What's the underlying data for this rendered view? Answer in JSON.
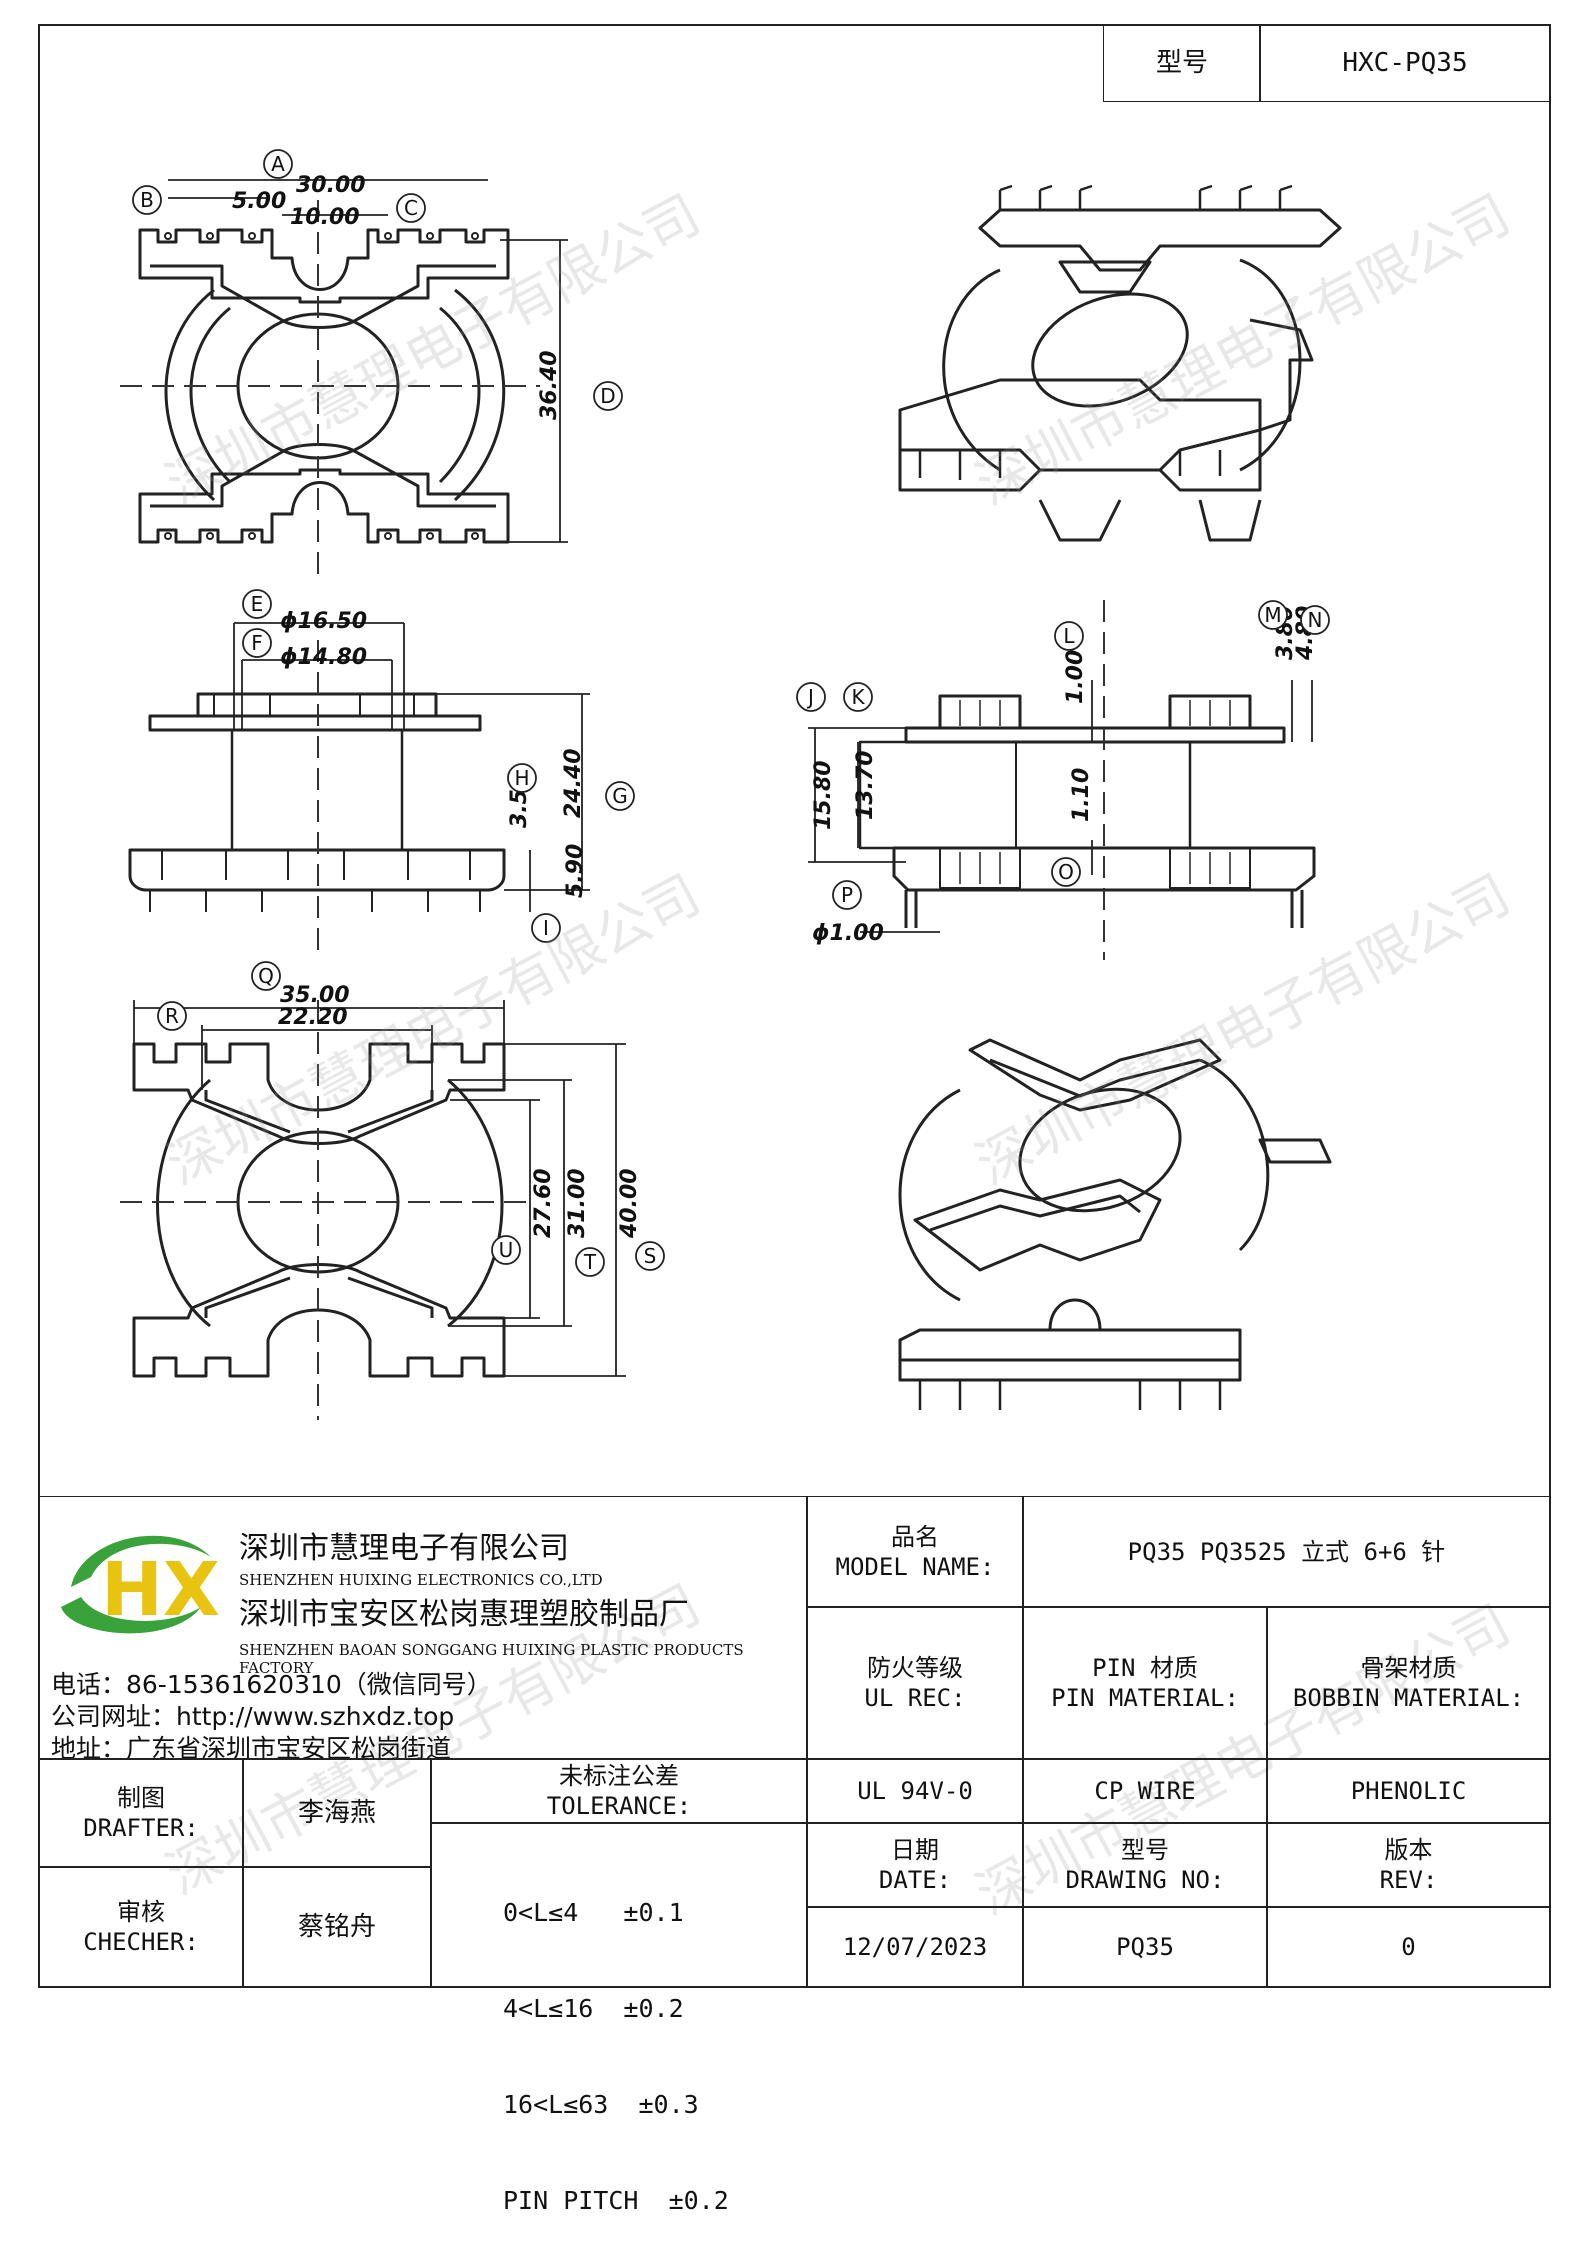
{
  "model_box": {
    "label": "型号",
    "value": "HXC-PQ35"
  },
  "dimensions": {
    "A": "30.00",
    "B": "5.00",
    "C": "10.00",
    "D": "36.40",
    "E": "ϕ16.50",
    "F": "ϕ14.80",
    "G": "24.40",
    "H": "3.50",
    "I": "5.90",
    "L": "1.00",
    "M": "3.80",
    "N": "4.80",
    "J": "15.80",
    "K": "13.70",
    "O": "1.10",
    "P": "ϕ1.00",
    "Q": "35.00",
    "R": "22.20",
    "U": "27.60",
    "T": "31.00",
    "S": "40.00"
  },
  "callouts": [
    "A",
    "B",
    "C",
    "D",
    "E",
    "F",
    "G",
    "H",
    "I",
    "J",
    "K",
    "L",
    "M",
    "N",
    "O",
    "P",
    "Q",
    "R",
    "S",
    "T",
    "U"
  ],
  "watermark": "深圳市慧理电子有限公司",
  "company": {
    "logo_text": "HX",
    "name_cn": "深圳市慧理电子有限公司",
    "name_en": "SHENZHEN HUIXING ELECTRONICS CO.,LTD",
    "factory_cn": "深圳市宝安区松岗惠理塑胶制品厂",
    "factory_en": "SHENZHEN BAOAN SONGGANG HUIXING PLASTIC PRODUCTS FACTORY",
    "phone": "电话：86-15361620310（微信同号）",
    "website": "公司网址：http://www.szhxdz.top",
    "address": "地址：广东省深圳市宝安区松岗街道"
  },
  "title_block": {
    "model_name_label_cn": "品名",
    "model_name_label_en": "MODEL NAME:",
    "model_name_value": "PQ35 PQ3525 立式 6+6 针",
    "ul_label_cn": "防火等级",
    "ul_label_en": "UL REC:",
    "pin_label_cn": "PIN 材质",
    "pin_label_en": "PIN MATERIAL:",
    "bobbin_label_cn": "骨架材质",
    "bobbin_label_en": "BOBBIN MATERIAL:",
    "ul_value": "UL 94V-0",
    "pin_value": "CP WIRE",
    "bobbin_value": "PHENOLIC",
    "date_label_cn": "日期",
    "date_label_en": "DATE:",
    "drawing_label_cn": "型号",
    "drawing_label_en": "DRAWING NO:",
    "rev_label_cn": "版本",
    "rev_label_en": "REV:",
    "date_value": "12/07/2023",
    "drawing_value": "PQ35",
    "rev_value": "0",
    "drafter_label_cn": "制图",
    "drafter_label_en": "DRAFTER:",
    "drafter_value": "李海燕",
    "checker_label_cn": "审核",
    "checker_label_en": "CHECHER:",
    "checker_value": "蔡铭舟",
    "tolerance_label_cn": "未标注公差",
    "tolerance_label_en": "TOLERANCE:",
    "tolerance_rows": [
      "0<L≤4   ±0.1",
      "4<L≤16  ±0.2",
      "16<L≤63  ±0.3",
      "PIN PITCH  ±0.2"
    ]
  },
  "colors": {
    "logo_green": "#3aa23a",
    "logo_yellow": "#e8c410",
    "line": "#222222"
  }
}
